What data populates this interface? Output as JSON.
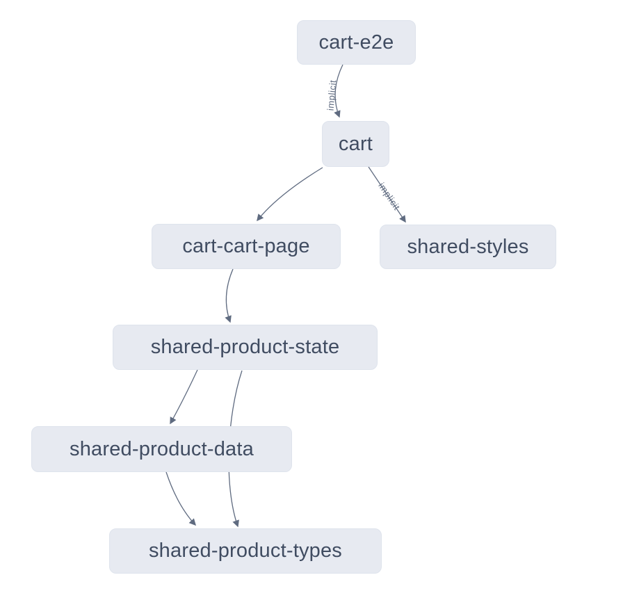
{
  "graph": {
    "nodes": [
      {
        "id": "cart-e2e",
        "label": "cart-e2e"
      },
      {
        "id": "cart",
        "label": "cart"
      },
      {
        "id": "cart-cart-page",
        "label": "cart-cart-page"
      },
      {
        "id": "shared-styles",
        "label": "shared-styles"
      },
      {
        "id": "shared-product-state",
        "label": "shared-product-state"
      },
      {
        "id": "shared-product-data",
        "label": "shared-product-data"
      },
      {
        "id": "shared-product-types",
        "label": "shared-product-types"
      }
    ],
    "edges": [
      {
        "from": "cart-e2e",
        "to": "cart",
        "type": "implicit",
        "label": "implicit"
      },
      {
        "from": "cart",
        "to": "cart-cart-page",
        "type": "static",
        "label": ""
      },
      {
        "from": "cart",
        "to": "shared-styles",
        "type": "implicit",
        "label": "implicit"
      },
      {
        "from": "cart-cart-page",
        "to": "shared-product-state",
        "type": "static",
        "label": ""
      },
      {
        "from": "shared-product-state",
        "to": "shared-product-data",
        "type": "static",
        "label": ""
      },
      {
        "from": "shared-product-state",
        "to": "shared-product-types",
        "type": "static",
        "label": ""
      },
      {
        "from": "shared-product-data",
        "to": "shared-product-types",
        "type": "static",
        "label": ""
      }
    ],
    "colors": {
      "background": "#ffffff",
      "node_fill": "#e7eaf1",
      "node_border": "#dee3ec",
      "node_text": "#404c61",
      "edge": "#5f6b80",
      "edge_label": "#5f6b80"
    }
  }
}
